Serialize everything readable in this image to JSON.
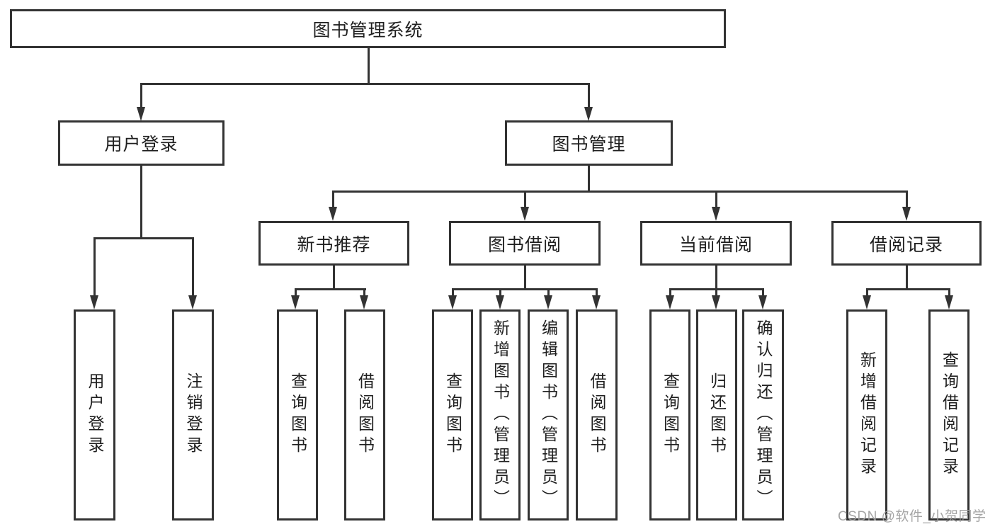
{
  "diagram": {
    "root": {
      "label": "图书管理系统"
    },
    "level2": {
      "user_login": {
        "label": "用户登录"
      },
      "book_mgmt": {
        "label": "图书管理"
      }
    },
    "level3": {
      "new_book_rec": {
        "label": "新书推荐"
      },
      "book_borrow": {
        "label": "图书借阅"
      },
      "current_borrow": {
        "label": "当前借阅"
      },
      "borrow_record": {
        "label": "借阅记录"
      }
    },
    "leaves": {
      "user_login_1": {
        "label": "用户登录"
      },
      "user_login_2": {
        "label": "注销登录"
      },
      "new_book_1": {
        "label": "查询图书"
      },
      "new_book_2": {
        "label": "借阅图书"
      },
      "borrow_1": {
        "label": "查询图书"
      },
      "borrow_2": {
        "label": "新增图书（管理员）"
      },
      "borrow_3": {
        "label": "编辑图书（管理员）"
      },
      "borrow_4": {
        "label": "借阅图书"
      },
      "current_1": {
        "label": "查询图书"
      },
      "current_2": {
        "label": "归还图书"
      },
      "current_3": {
        "label": "确认归还（管理员）"
      },
      "record_1": {
        "label": "新增借阅记录"
      },
      "record_2": {
        "label": "查询借阅记录"
      }
    }
  },
  "watermark": {
    "text": "CSDN @软件_小贺同学"
  },
  "colors": {
    "line": "#333333",
    "text": "#1f1f1f",
    "watermark": "#9c9c9c",
    "background": "#ffffff"
  }
}
